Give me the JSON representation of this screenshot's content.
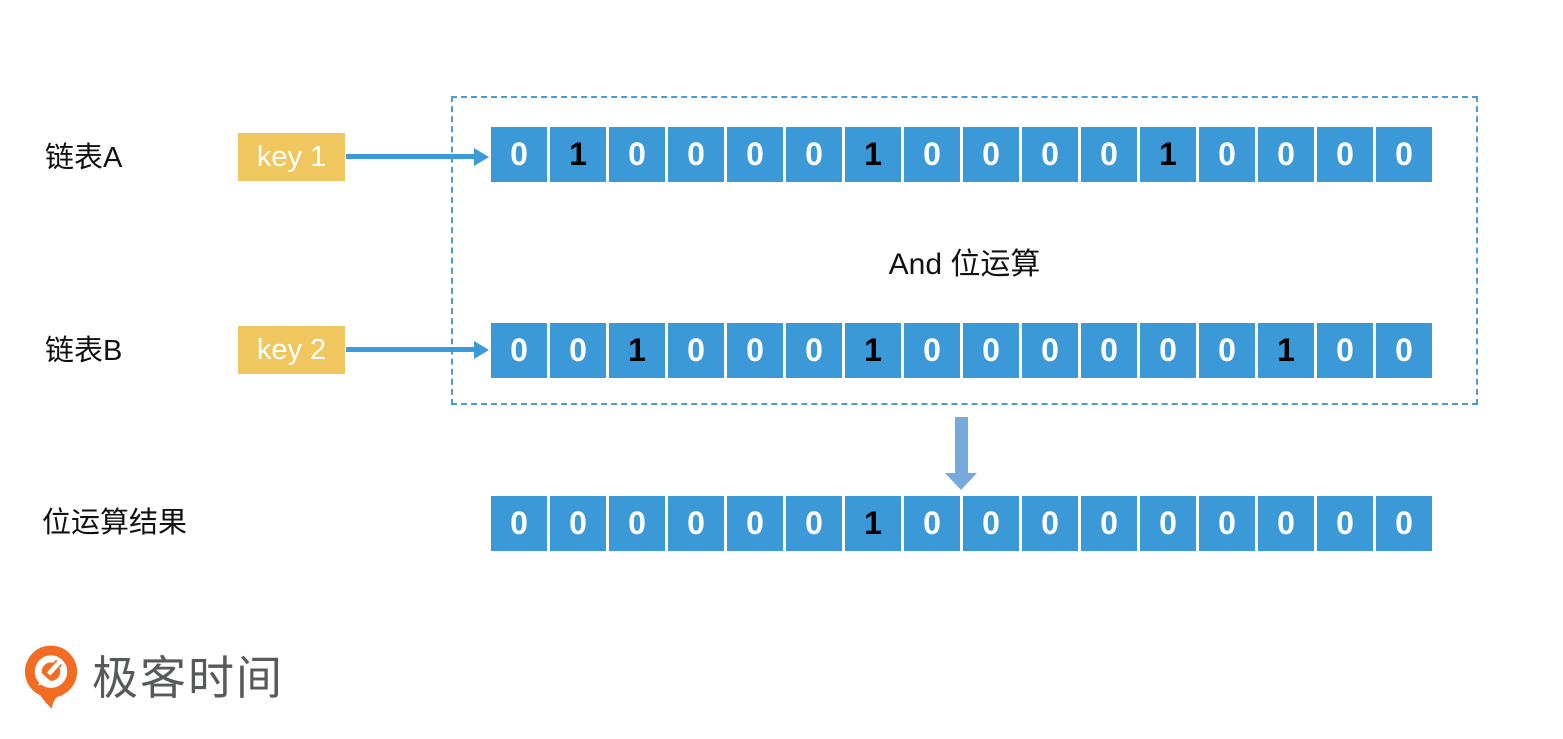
{
  "diagram": {
    "row_a": {
      "label": "链表A",
      "key_label": "key 1",
      "bits": [
        0,
        1,
        0,
        0,
        0,
        0,
        1,
        0,
        0,
        0,
        0,
        1,
        0,
        0,
        0,
        0
      ]
    },
    "operation_label": "And 位运算",
    "row_b": {
      "label": "链表B",
      "key_label": "key 2",
      "bits": [
        0,
        0,
        1,
        0,
        0,
        0,
        1,
        0,
        0,
        0,
        0,
        0,
        0,
        1,
        0,
        0
      ]
    },
    "result": {
      "label": "位运算结果",
      "bits": [
        0,
        0,
        0,
        0,
        0,
        0,
        1,
        0,
        0,
        0,
        0,
        0,
        0,
        0,
        0,
        0
      ]
    }
  },
  "logo": {
    "text": "极客时间"
  },
  "colors": {
    "cell_blue": "#3B99D8",
    "key_yellow": "#EFC75E",
    "arrow_blue": "#3D9AD9",
    "down_arrow_blue": "#76A9DC",
    "dotted_border": "#4D9BD5",
    "bit_one": "#000000",
    "bit_zero": "#FFFFFF",
    "label_text": "#111111",
    "logo_orange": "#F26D21",
    "logo_text_gray": "#58595B"
  }
}
